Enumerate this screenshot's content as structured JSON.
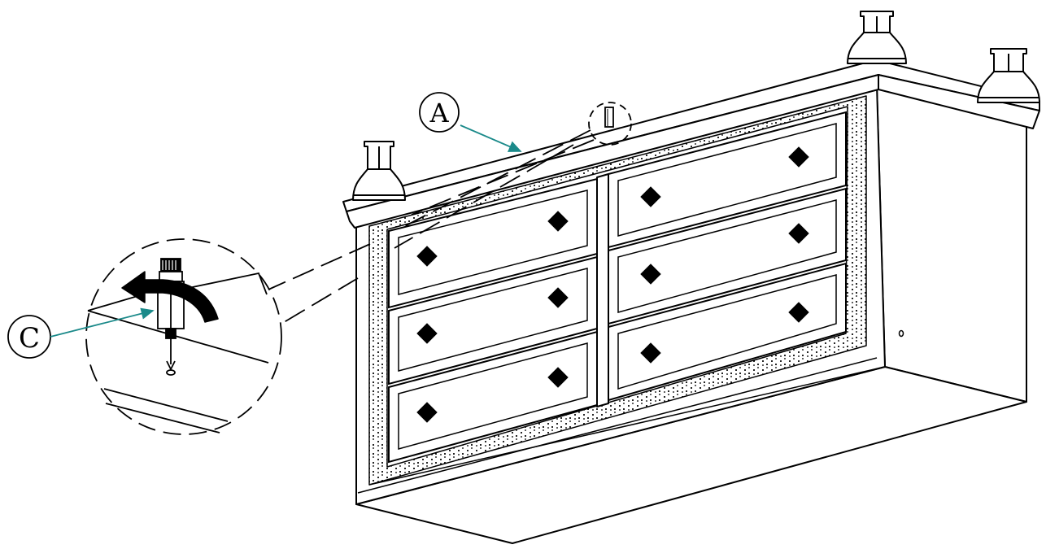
{
  "callouts": {
    "a": {
      "letter": "A"
    },
    "c": {
      "letter": "C"
    }
  },
  "colors": {
    "line": "#000000",
    "leader": "#1b8a8a",
    "background": "#ffffff"
  },
  "dresser": {
    "drawer_count": 6,
    "columns": 2,
    "rows": 3
  },
  "icons": {
    "rotate": "curved-arrow-icon",
    "screw": "leveling-screw-icon"
  }
}
